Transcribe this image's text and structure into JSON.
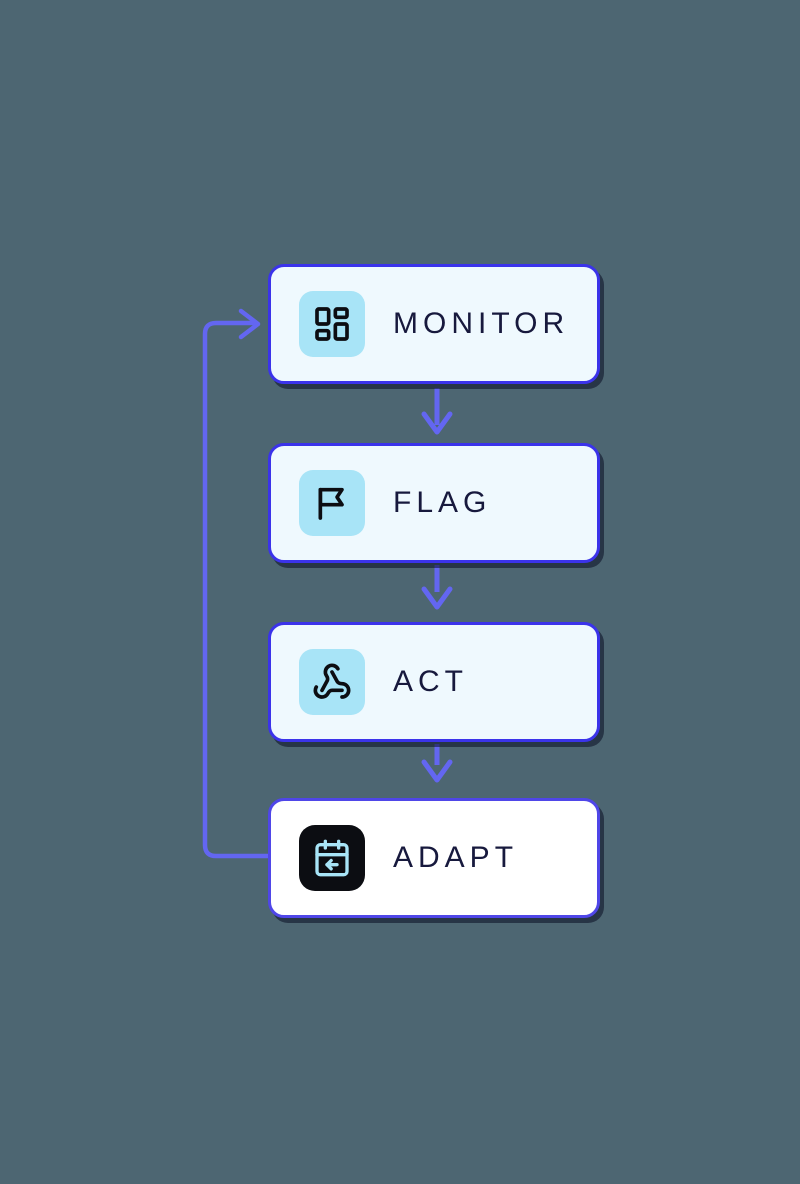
{
  "diagram": {
    "title": "Monitor Flag Act Adapt feedback loop",
    "background_color": "#4d6672",
    "accent_color": "#3b33ea",
    "arrow_color": "#6366f1",
    "label_color": "#17193d",
    "icon_tile_color": "#a8e4f7",
    "steps": [
      {
        "id": "monitor",
        "label": "MONITOR",
        "icon": "layout-dashboard-icon",
        "card_background": "#eff9fe",
        "tile_background": "#a8e4f7",
        "icon_color": "#0c0d12"
      },
      {
        "id": "flag",
        "label": "FLAG",
        "icon": "flag-icon",
        "card_background": "#eff9fe",
        "tile_background": "#a8e4f7",
        "icon_color": "#0c0d12"
      },
      {
        "id": "act",
        "label": "ACT",
        "icon": "webhook-icon",
        "card_background": "#eff9fe",
        "tile_background": "#a8e4f7",
        "icon_color": "#0c0d12"
      },
      {
        "id": "adapt",
        "label": "ADAPT",
        "icon": "calendar-arrow-left-icon",
        "card_background": "#ffffff",
        "tile_background": "#0c0d12",
        "icon_color": "#a8e4f7"
      }
    ],
    "connectors": [
      {
        "id": "monitor-to-flag",
        "from": "monitor",
        "to": "flag",
        "direction": "down"
      },
      {
        "id": "flag-to-act",
        "from": "flag",
        "to": "act",
        "direction": "down"
      },
      {
        "id": "act-to-adapt",
        "from": "act",
        "to": "adapt",
        "direction": "down"
      },
      {
        "id": "adapt-to-monitor",
        "from": "adapt",
        "to": "monitor",
        "direction": "loop-back"
      }
    ]
  }
}
